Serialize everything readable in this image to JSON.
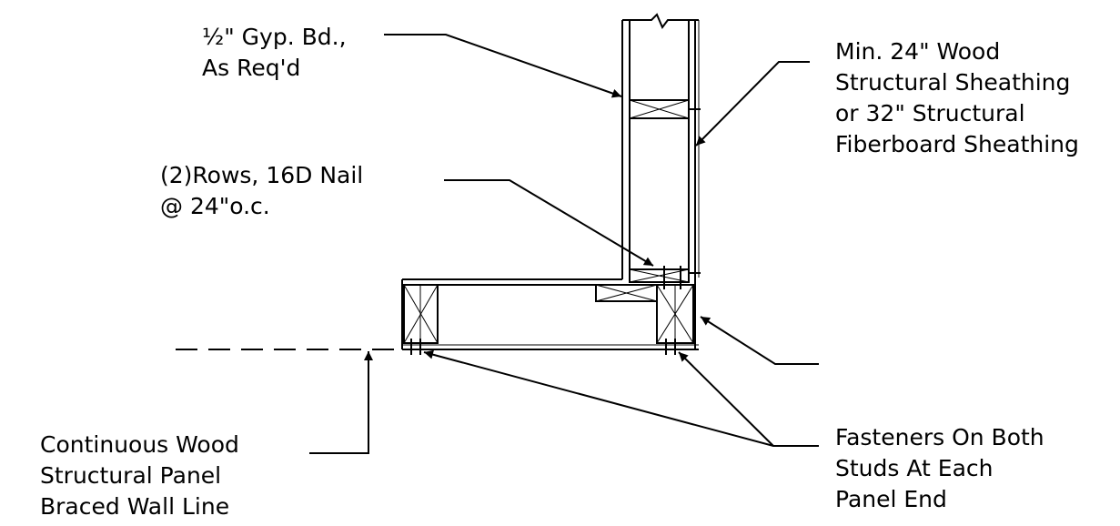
{
  "labels": {
    "gyp": [
      "½\" Gyp. Bd.,",
      "As Req'd"
    ],
    "sheathing": [
      "Min. 24\" Wood",
      "Structural Sheathing",
      "or 32\" Structural",
      "Fiberboard Sheathing"
    ],
    "nail": [
      "(2)Rows, 16D Nail",
      "@ 24\"o.c."
    ],
    "braced": [
      "Continuous Wood",
      "Structural Panel",
      "Braced Wall Line"
    ],
    "fasteners": [
      "Fasteners On Both",
      "Studs At Each",
      "Panel End"
    ]
  },
  "colors": {
    "ink": "#000000",
    "paper": "#ffffff"
  }
}
